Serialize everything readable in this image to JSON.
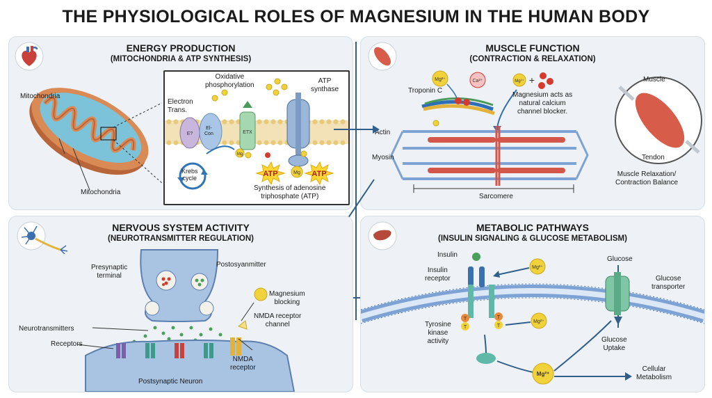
{
  "title": "THE PHYSIOLOGICAL ROLES OF MAGNESIUM IN THE HUMAN BODY",
  "energy": {
    "title": "ENERGY PRODUCTION",
    "subtitle": "(MITOCHONDRIA & ATP SYNTHESIS)",
    "mito_label_top": "Mitochondria",
    "mito_label_bottom": "Mitochondria",
    "oxidative": "Oxidative\nphosphorylation",
    "electron": "Electron\nTrans.",
    "atp_synthase": "ATP\nsynthase",
    "e_badge": "E?",
    "el_con": "El-\nCon",
    "etx": "ETX",
    "mg_small": "Mg",
    "krebs": "Krebs\ncycle",
    "atp": "ATP",
    "synthesis": "Synthesis of adenosine\ntriphosphate (ATP)"
  },
  "muscle": {
    "title": "MUSCLE FUNCTION",
    "subtitle": "(CONTRACTION & RELAXATION)",
    "troponin": "Troponin C",
    "mg2": "Mg²⁺",
    "ca2": "Ca²⁺",
    "mg_plus": "Mg²⁺",
    "plus": "+",
    "blocker": "Magnesium acts as\nnatural calcium\nchannel blocker.",
    "actin": "Actin",
    "myosin": "Myosin",
    "sarcomere": "Sarcomere",
    "muscle": "Muscle",
    "tendon": "Tendon",
    "balance": "Muscle Relaxation/\nContraction Balance"
  },
  "nervous": {
    "title": "NERVOUS SYSTEM ACTIVITY",
    "subtitle": "(NEUROTRANSMITTER REGULATION)",
    "presynaptic": "Presynaptic\nterminal",
    "postosyan": "Postosyanmitter",
    "mg_blocking": "Magnesium\nblocking",
    "nmda_channel": "NMDA receptor\nchannel",
    "neurotransmitters": "Neurotransmitters",
    "receptors": "Receptors",
    "nmda_receptor": "NMDA\nreceptor",
    "postsynaptic": "Postsynaptic Neuron"
  },
  "metabolic": {
    "title": "METABOLIC PATHWAYS",
    "subtitle": "(INSULIN SIGNALING & GLUCOSE METABOLISM)",
    "insulin": "Insulin",
    "insulin_receptor": "Insulin\nreceptor",
    "mg_a": "Mg²⁺",
    "mg_b": "Mg²⁺",
    "tyrosine": "Tyrosine\nkinase\nactivity",
    "t": "T",
    "mg_c": "Mg²⁺",
    "glucose": "Glucose",
    "glucose_transporter": "Glucose\ntransporter",
    "glucose_uptake": "Glucose\nUptake",
    "cellular": "Cellular\nMetabolism"
  }
}
